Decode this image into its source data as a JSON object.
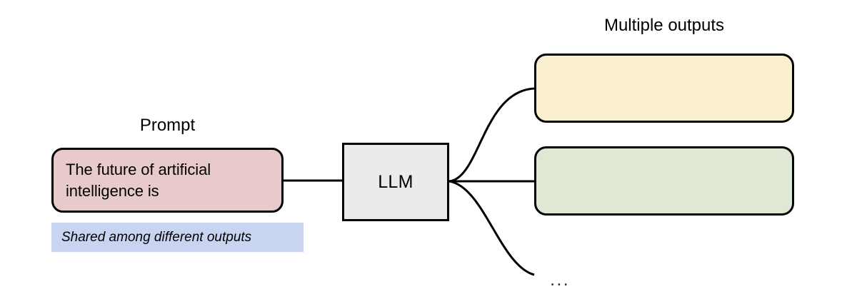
{
  "diagram": {
    "title_outputs": "Multiple outputs",
    "prompt_caption": "Prompt",
    "prompt_text": "The future of artificial intelligence is",
    "llm_label": "LLM",
    "shared_note": "Shared among different outputs",
    "ellipsis": "...",
    "outputs": [
      {
        "label": "",
        "color": "#faf0d0"
      },
      {
        "label": "",
        "color": "#dfe8d5"
      }
    ],
    "colors": {
      "prompt_fill": "#e9cacb",
      "llm_fill": "#ebebeb",
      "output_1_fill": "#faf0d0",
      "output_2_fill": "#dfe8d5",
      "note_highlight": "#c9d5f0",
      "stroke": "#000000",
      "background": "#ffffff"
    }
  }
}
